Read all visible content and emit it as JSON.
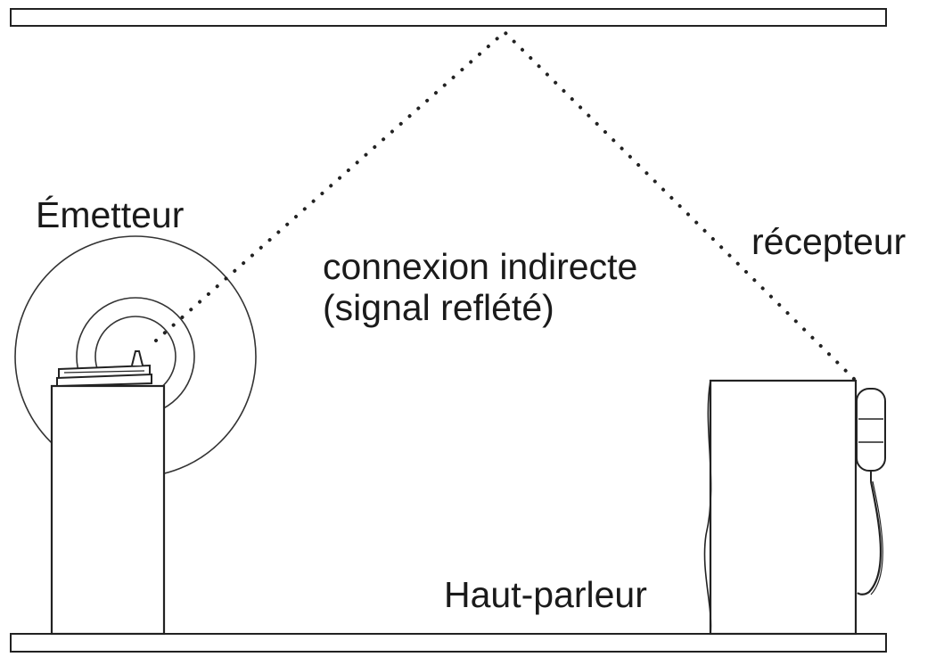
{
  "labels": {
    "transmitter": "Émetteur",
    "receiver": "récepteur",
    "connection_line1": "connexion indirecte",
    "connection_line2": "(signal reflété)",
    "speaker": "Haut-parleur"
  }
}
